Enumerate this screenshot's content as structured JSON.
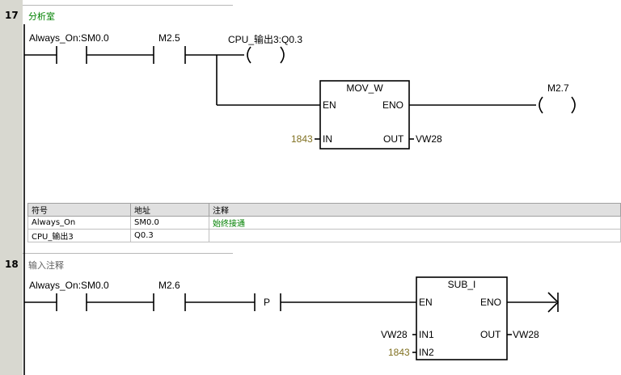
{
  "networks": [
    {
      "number": "17",
      "title": "分析室",
      "contact1": "Always_On:SM0.0",
      "contact2": "M2.5",
      "coil1": "CPU_输出3:Q0.3",
      "box": {
        "name": "MOV_W",
        "en": "EN",
        "eno": "ENO",
        "in": "IN",
        "out": "OUT",
        "in_value": "1843",
        "out_value": "VW28"
      },
      "coil2": "M2.7",
      "symbol_table": {
        "headers": [
          "符号",
          "地址",
          "注释"
        ],
        "rows": [
          [
            "Always_On",
            "SM0.0",
            "始终接通"
          ],
          [
            "CPU_输出3",
            "Q0.3",
            ""
          ]
        ]
      }
    },
    {
      "number": "18",
      "title": "输入注释",
      "contact1": "Always_On:SM0.0",
      "contact2": "M2.6",
      "edge_contact": "P",
      "box": {
        "name": "SUB_I",
        "en": "EN",
        "eno": "ENO",
        "in1": "IN1",
        "in2": "IN2",
        "out": "OUT",
        "in1_value": "VW28",
        "in2_value": "1843",
        "out_value": "VW28"
      }
    }
  ],
  "colors": {
    "gutter": "#d8d8d0",
    "comment_green": "#008000",
    "constant_olive": "#807020"
  }
}
